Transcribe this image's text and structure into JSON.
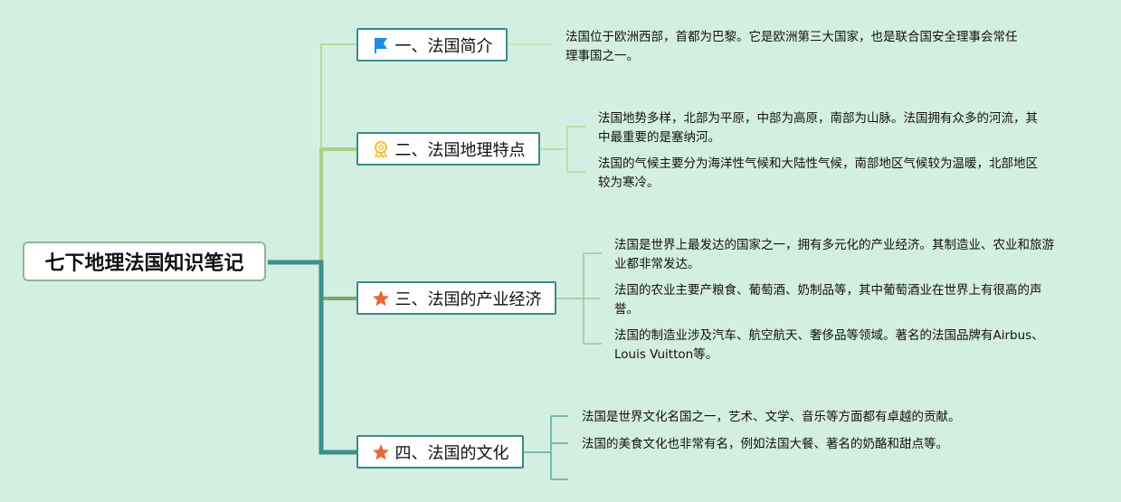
{
  "root": {
    "title": "七下地理法国知识笔记"
  },
  "colors": {
    "trunk": "#3a918a",
    "branch_light": "#a9d088",
    "branch3": "#78a96c",
    "flag": "#1f8ee0",
    "star": "#e8663a",
    "medal": "#f2c230"
  },
  "topics": [
    {
      "label": "一、法国简介",
      "icon": "flag-icon",
      "leaves": [
        "法国位于欧洲西部，首都为巴黎。它是欧洲第三大国家，也是联合国安全理事会常任理事国之一。"
      ]
    },
    {
      "label": "二、法国地理特点",
      "icon": "medal-icon",
      "leaves": [
        "法国地势多样，北部为平原，中部为高原，南部为山脉。法国拥有众多的河流，其中最重要的是塞纳河。",
        "法国的气候主要分为海洋性气候和大陆性气候，南部地区气候较为温暖，北部地区较为寒冷。"
      ]
    },
    {
      "label": "三、法国的产业经济",
      "icon": "star-icon",
      "leaves": [
        "法国是世界上最发达的国家之一，拥有多元化的产业经济。其制造业、农业和旅游业都非常发达。",
        "法国的农业主要产粮食、葡萄酒、奶制品等，其中葡萄酒业在世界上有很高的声誉。",
        "法国的制造业涉及汽车、航空航天、奢侈品等领域。著名的法国品牌有Airbus、Louis Vuitton等。"
      ]
    },
    {
      "label": "四、法国的文化",
      "icon": "star-icon",
      "leaves": [
        "法国是世界文化名国之一，艺术、文学、音乐等方面都有卓越的贡献。",
        "法国的美食文化也非常有名，例如法国大餐、著名的奶酪和甜点等。"
      ]
    }
  ]
}
